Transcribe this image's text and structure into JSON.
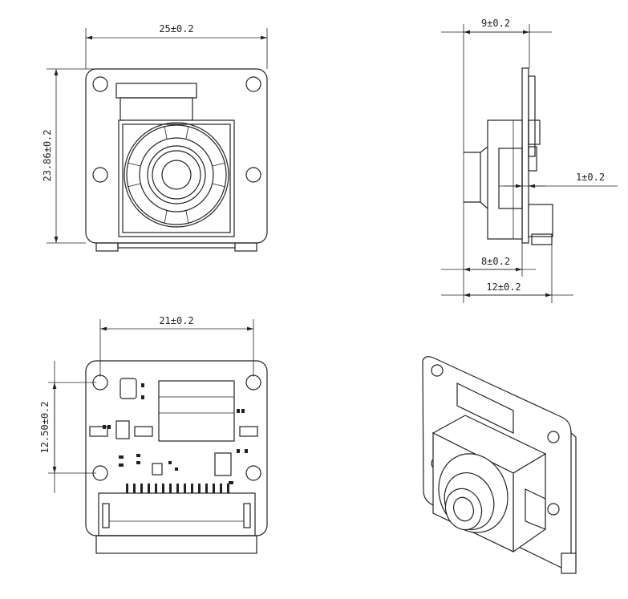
{
  "title": "Camera module mechanical drawing",
  "views": {
    "front": {
      "width_dim": "25±0.2",
      "height_dim": "23.86±0.2"
    },
    "side": {
      "depth_lens_dim": "9±0.2",
      "board_thickness_dim": "1±0.2",
      "body_depth_dim": "8±0.2",
      "total_depth_dim": "12±0.2"
    },
    "back": {
      "hole_spacing_x_dim": "21±0.2",
      "hole_spacing_y_dim": "12.50±0.2"
    },
    "isometric": {}
  }
}
